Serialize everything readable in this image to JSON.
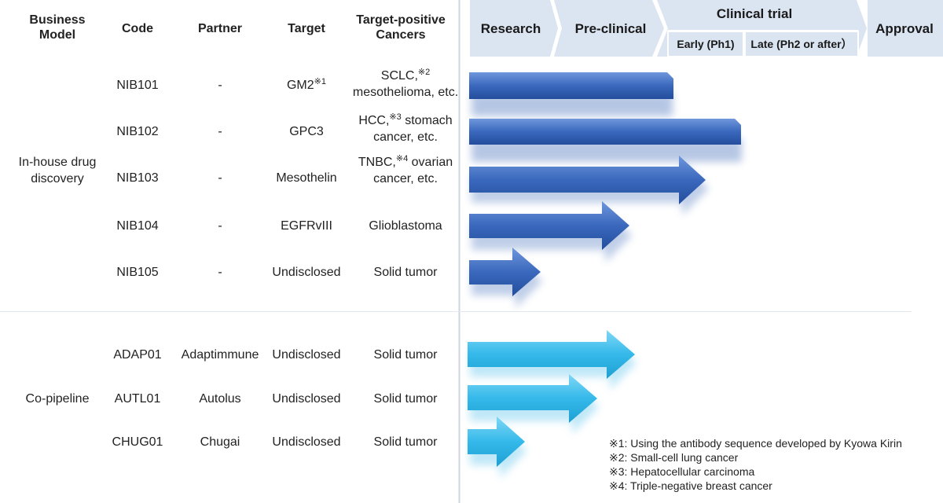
{
  "headers": {
    "business_model": "Business Model",
    "code": "Code",
    "partner": "Partner",
    "target": "Target",
    "cancers": "Target-positive Cancers"
  },
  "phases": {
    "research": "Research",
    "preclinical": "Pre-clinical",
    "clinical": "Clinical trial",
    "early": "Early (Ph1)",
    "late": "Late (Ph2 or after）",
    "approval": "Approval"
  },
  "groups": {
    "inhouse": "In-house drug discovery",
    "copipeline": "Co-pipeline"
  },
  "rows": [
    {
      "code": "NIB101",
      "partner": "-",
      "target": "GM2",
      "target_note": "※1",
      "cancer": "SCLC,",
      "cancer_note": "※2",
      "cancer_rest": "mesothelioma, etc.",
      "color": "#2f5fb3"
    },
    {
      "code": "NIB102",
      "partner": "-",
      "target": "GPC3",
      "target_note": "",
      "cancer": "HCC,",
      "cancer_note": "※3",
      "cancer_rest": "stomach cancer, etc.",
      "color": "#2f5fb3"
    },
    {
      "code": "NIB103",
      "partner": "-",
      "target": "Mesothelin",
      "target_note": "",
      "cancer": "TNBC,",
      "cancer_note": "※4",
      "cancer_rest": "ovarian cancer, etc.",
      "color": "#2f5fb3"
    },
    {
      "code": "NIB104",
      "partner": "-",
      "target": "EGFRvIII",
      "target_note": "",
      "cancer": "Glioblastoma",
      "cancer_note": "",
      "cancer_rest": "",
      "color": "#2f5fb3"
    },
    {
      "code": "NIB105",
      "partner": "-",
      "target": "Undisclosed",
      "target_note": "",
      "cancer": "Solid tumor",
      "cancer_note": "",
      "cancer_rest": "",
      "color": "#2f5fb3"
    },
    {
      "code": "ADAP01",
      "partner": "Adaptimmune",
      "target": "Undisclosed",
      "target_note": "",
      "cancer": "Solid tumor",
      "cancer_note": "",
      "cancer_rest": "",
      "color": "#2db3e6"
    },
    {
      "code": "AUTL01",
      "partner": "Autolus",
      "target": "Undisclosed",
      "target_note": "",
      "cancer": "Solid tumor",
      "cancer_note": "",
      "cancer_rest": "",
      "color": "#2db3e6"
    },
    {
      "code": "CHUG01",
      "partner": "Chugai",
      "target": "Undisclosed",
      "target_note": "",
      "cancer": "Solid tumor",
      "cancer_note": "",
      "cancer_rest": "",
      "color": "#2db3e6"
    }
  ],
  "footnotes": [
    "※1: Using the antibody sequence developed by Kyowa Kirin",
    "※2: Small-cell lung cancer",
    "※3: Hepatocellular carcinoma",
    "※4: Triple-negative breast cancer"
  ],
  "colors": {
    "inhouse_bar": "#2f5fb3",
    "copipeline_bar": "#2db3e6",
    "phase_bg": "#dbe4f1"
  }
}
